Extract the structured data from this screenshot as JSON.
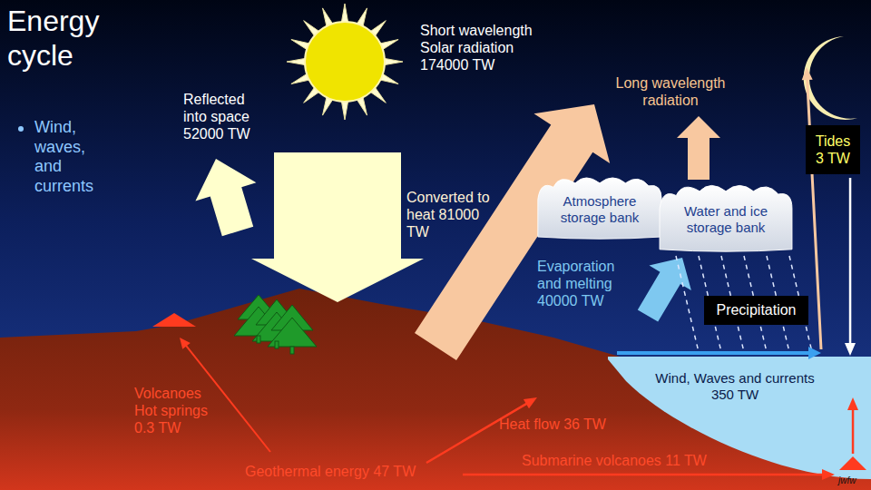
{
  "diagram": {
    "title": "Energy cycle",
    "nodes": [
      {
        "text": [
          "Atmosphere storage bank"
        ]
      },
      {
        "text": [
          "Water and ice storage bank"
        ]
      },
      {
        "text": [
          "Precipitation"
        ]
      },
      {
        "text": [
          "Tides 3 TW"
        ]
      }
    ],
    "labels": [
      "Wind, waves, and currents",
      "Short wavelength Solar radiation 174000 TW",
      "Reflected into space 52000 TW",
      "Converted to heat 81000 TW",
      "Long wavelength radiation",
      "Evaporation and melting 40000 TW",
      "Wind, Waves and currents 350 TW",
      "Volcanoes Hot springs 0.3 TW",
      "Heat flow 36 TW",
      "Geothermal energy 47 TW",
      "Submarine volcanoes 11 TW",
      "jwfw"
    ]
  }
}
